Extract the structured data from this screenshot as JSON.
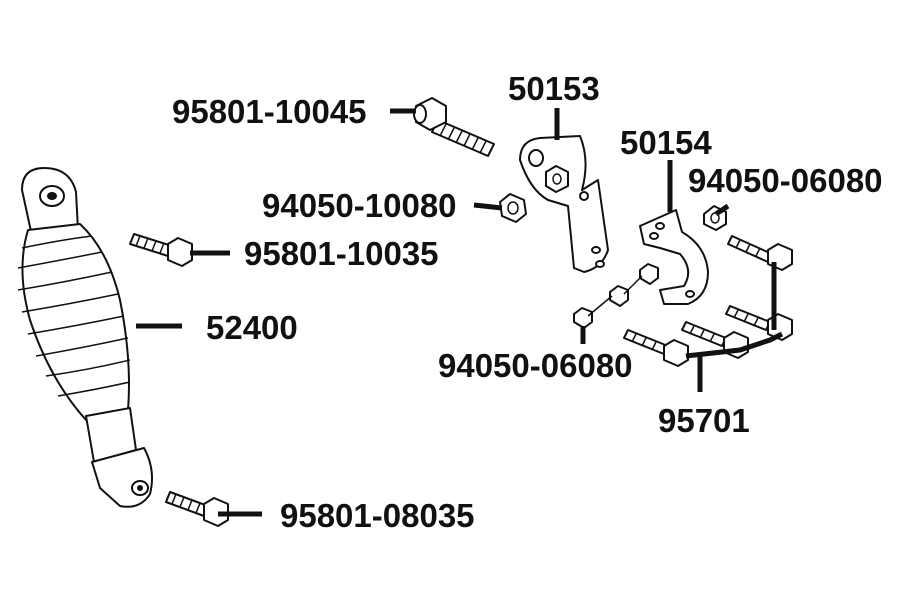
{
  "labels": {
    "bolt_top": "95801-10045",
    "bracket_left": "50153",
    "bracket_right": "50154",
    "nut_upper_right": "94050-06080",
    "nut_center": "94050-10080",
    "bolt_mid": "95801-10035",
    "shock": "52400",
    "nut_lower": "94050-06080",
    "bolt_set": "95701",
    "bolt_bottom": "95801-08035"
  },
  "colors": {
    "ink": "#111111",
    "background": "#ffffff"
  }
}
